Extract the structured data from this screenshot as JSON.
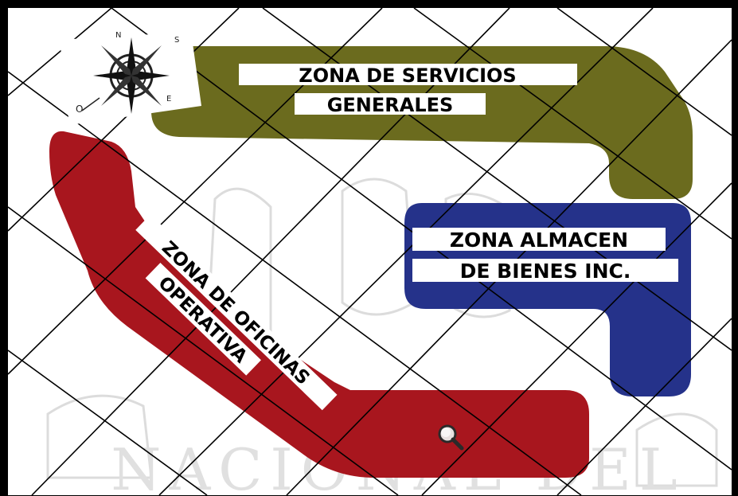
{
  "zones": {
    "general_services": {
      "line1": "ZONA DE SERVICIOS",
      "line2": "GENERALES",
      "color": "#6b6b1e"
    },
    "warehouse": {
      "line1": "ZONA ALMACEN",
      "line2": "DE BIENES INC.",
      "color": "#25328a"
    },
    "offices": {
      "line1": "ZONA DE OFICINAS",
      "line2": "OPERATIVA",
      "color": "#a8161e"
    }
  },
  "compass": {
    "labels": [
      "N",
      "S",
      "E",
      "O"
    ]
  },
  "watermark": {
    "text": "NACIONAL DEL"
  },
  "colors": {
    "frame": "#000000",
    "grid": "#000000",
    "watermark": "#d8d8d8"
  },
  "icons": {
    "zoom": "magnifier-icon"
  }
}
